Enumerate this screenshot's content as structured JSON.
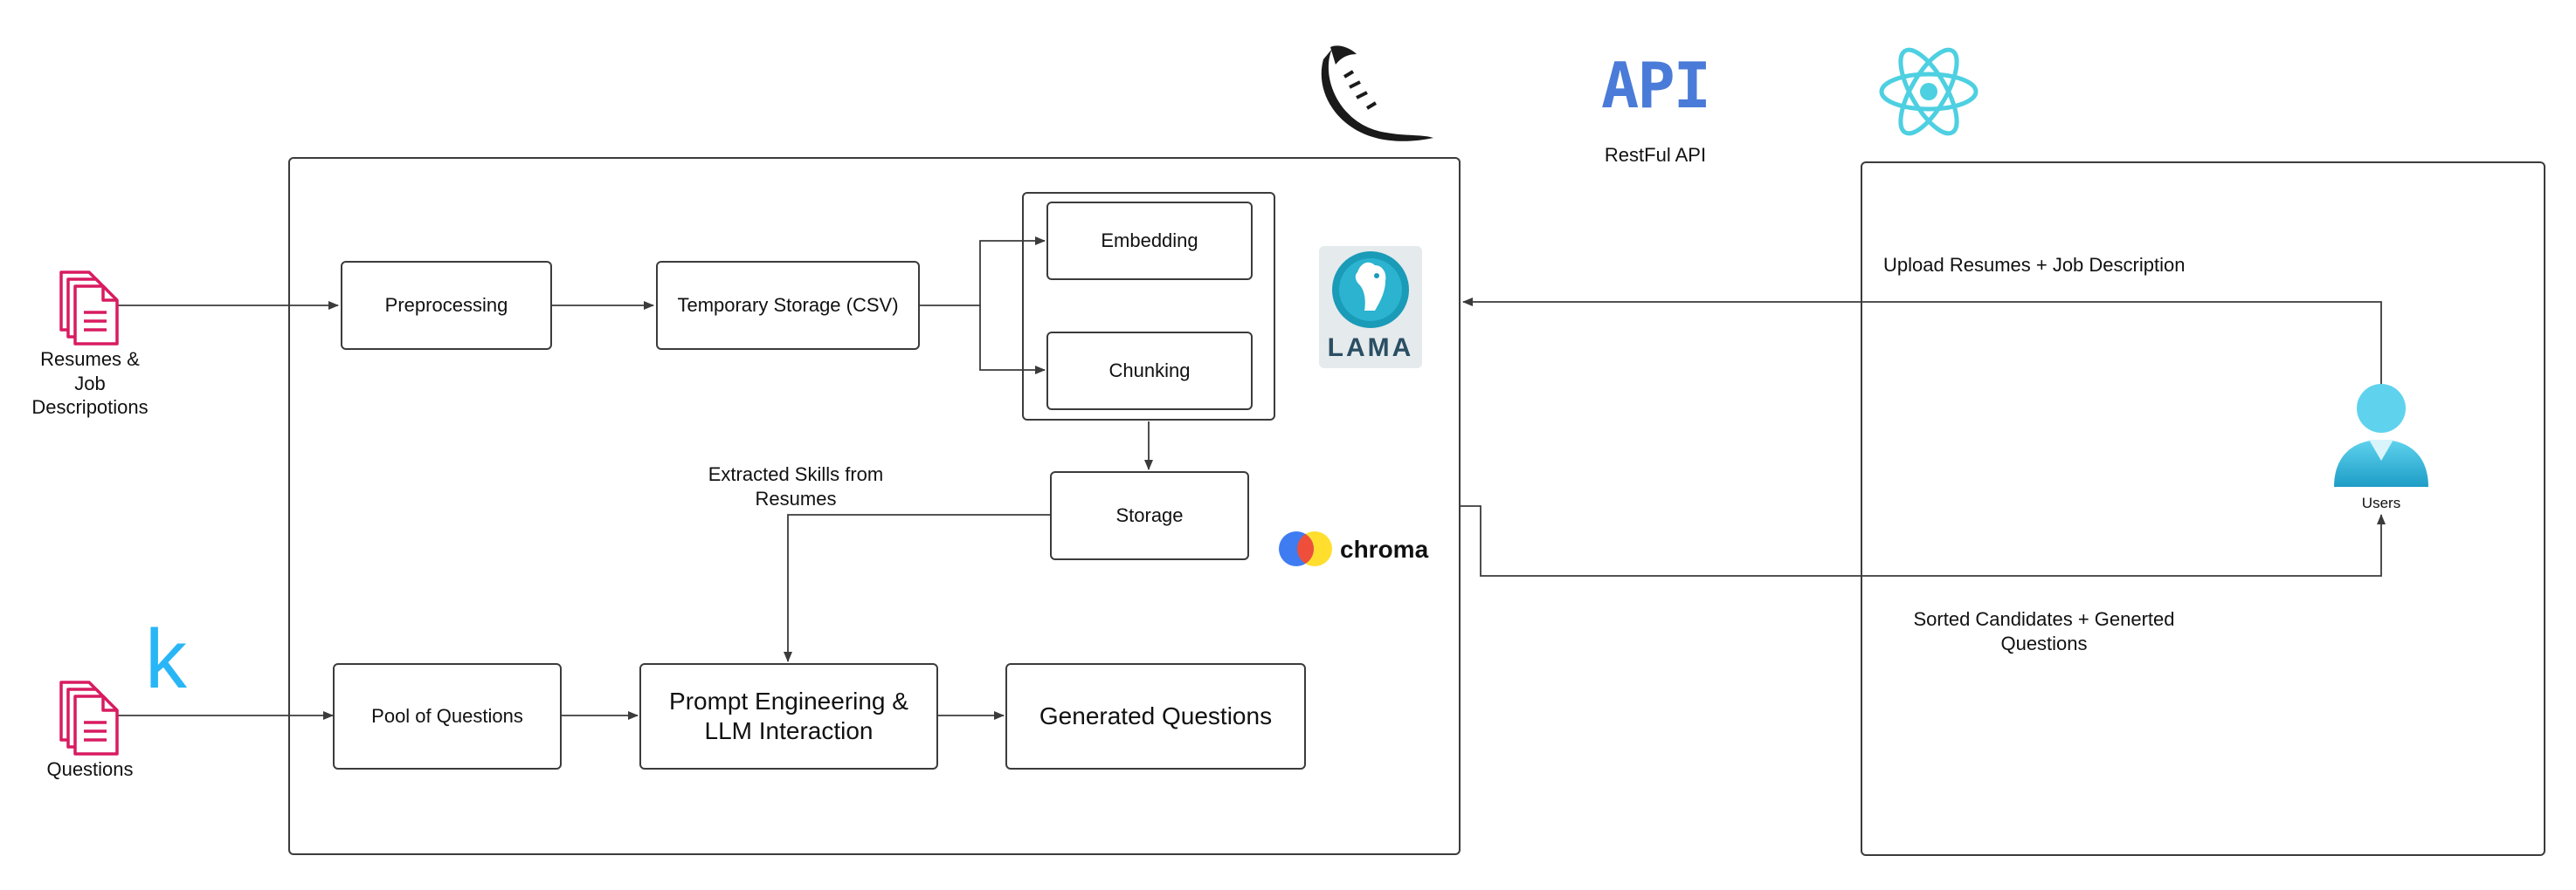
{
  "sources": {
    "resumes_label": "Resumes & Job Descripotions",
    "questions_label": "Questions"
  },
  "pipeline": {
    "preprocessing": "Preprocessing",
    "temp_storage": "Temporary Storage (CSV)",
    "embedding": "Embedding",
    "chunking": "Chunking",
    "storage": "Storage",
    "extracted_skills": "Extracted Skills from Resumes",
    "pool_of_questions": "Pool of Questions",
    "prompt_engineering": "Prompt Engineering & LLM Interaction",
    "generated_questions": "Generated Questions"
  },
  "logos": {
    "llama_text": "LAMA",
    "chroma_text": "chroma",
    "api_text": "API",
    "kafka_letter": "k"
  },
  "api": {
    "label": "RestFul API"
  },
  "frontend": {
    "upload_label": "Upload Resumes + Job Description",
    "sorted_label": "Sorted Candidates + Generted Questions",
    "user_label": "Users"
  },
  "colors": {
    "doc_icon": "#d81b60",
    "kafka_k": "#29b6f6",
    "api_blue": "#4a7bd8",
    "react_cyan": "#4dd0e1",
    "user_blue": "#29b6d8",
    "llama_bg": "#1a9bb8",
    "line": "#3b3b3b"
  }
}
